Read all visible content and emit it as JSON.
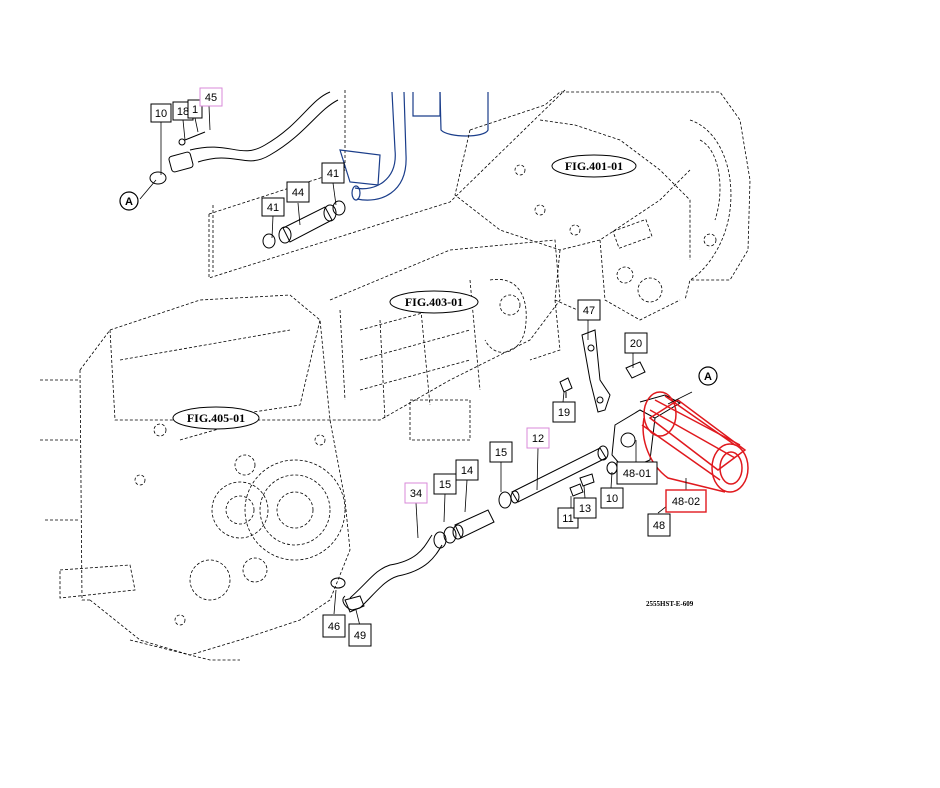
{
  "diagram": {
    "code": "2555HST-E-609",
    "callout_circle": "A",
    "figure_refs": [
      "FIG.401-01",
      "FIG.403-01",
      "FIG.405-01"
    ],
    "part_labels": {
      "p10a": "10",
      "p18": "18",
      "p1": "1",
      "p45": "45",
      "p41a": "41",
      "p44": "44",
      "p41b": "41",
      "p47": "47",
      "p20": "20",
      "p19": "19",
      "p12": "12",
      "p15a": "15",
      "p14": "14",
      "p15b": "15",
      "p34": "34",
      "p48_01": "48-01",
      "p10b": "10",
      "p48_02": "48-02",
      "p48": "48",
      "p11": "11",
      "p13": "13",
      "p46": "46",
      "p49": "49"
    },
    "colors": {
      "line": "#000000",
      "hose_blue": "#1a3d8a",
      "highlight_red": "#e0191e",
      "label_box_magenta": "#d98ad9",
      "label_box_red": "#e0191e"
    }
  }
}
